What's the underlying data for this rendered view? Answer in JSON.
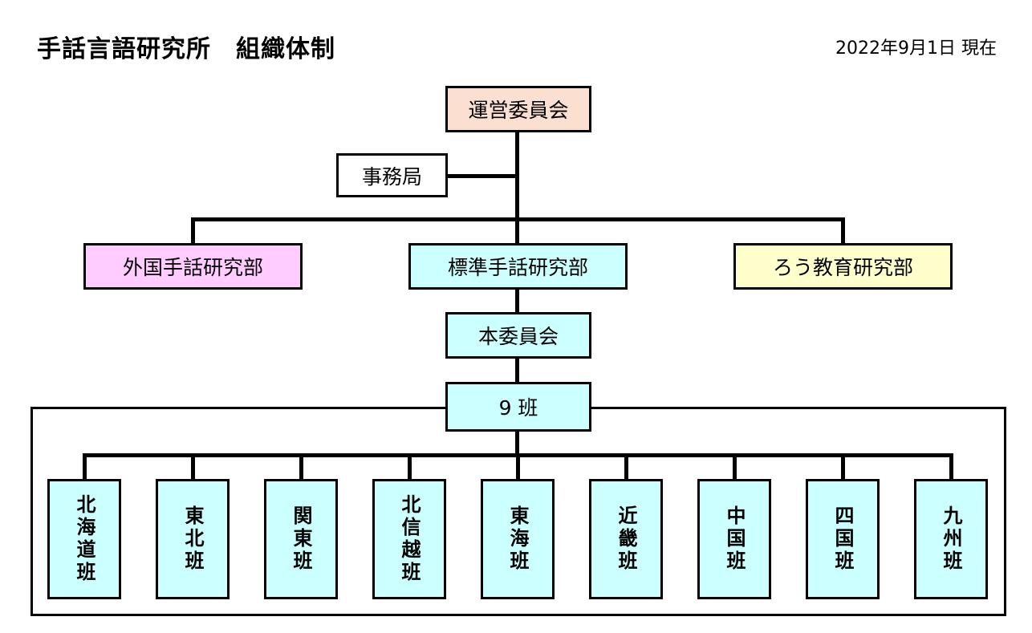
{
  "title": "手話言語研究所　組織体制",
  "date": "2022年9月1日 現在",
  "boxes": {
    "steering": "運営委員会",
    "secretariat": "事務局",
    "foreign": "外国手話研究部",
    "standard": "標準手話研究部",
    "deaf_edu": "ろう教育研究部",
    "main_committee": "本委員会",
    "nine_groups": "9 班"
  },
  "groups": [
    "北海道班",
    "東北班",
    "関東班",
    "北信越班",
    "東海班",
    "近畿班",
    "中国班",
    "四国班",
    "九州班"
  ],
  "colors": {
    "steering": "#fbe0d2",
    "foreign": "#ffccff",
    "standard": "#ccffff",
    "deaf_edu": "#ffffcc",
    "secretariat": "#ffffff"
  }
}
